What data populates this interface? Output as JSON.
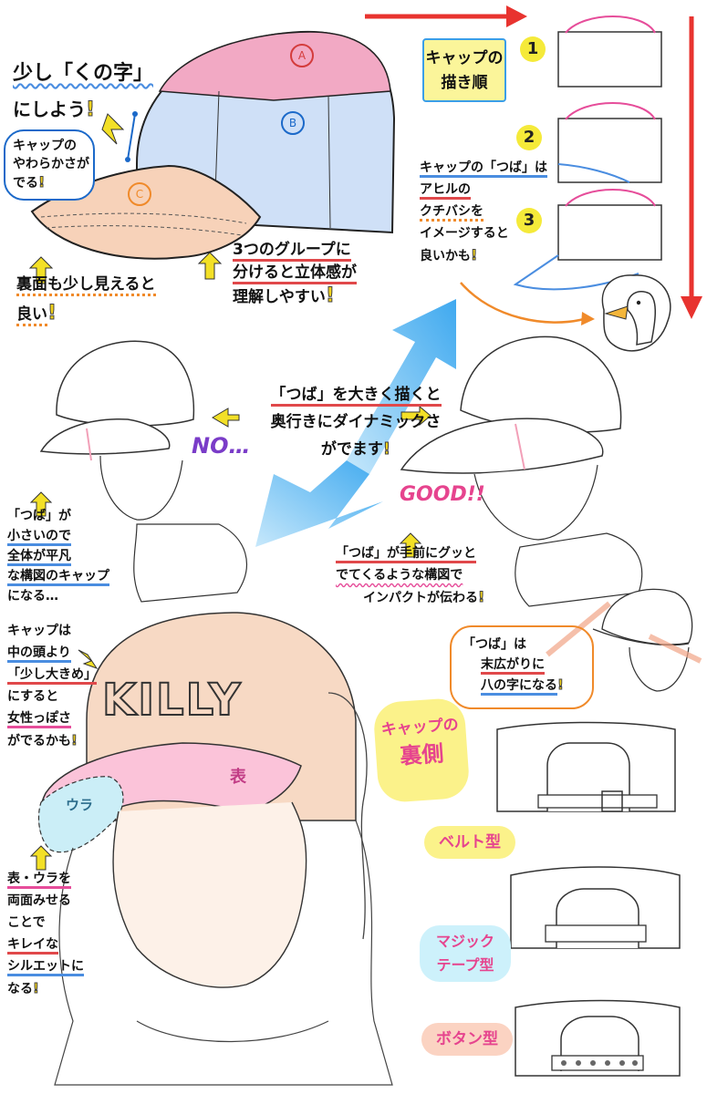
{
  "top": {
    "note_kunoji_1": "少し「くの字」",
    "note_kunoji_2": "にしよう",
    "bubble_soft_1": "キャップの",
    "bubble_soft_2": "やわらかさが",
    "bubble_soft_3": "でる",
    "label_a": "A",
    "label_b": "B",
    "label_c": "C",
    "note_underside_1": "裏面も少し見えると",
    "note_underside_2": "良い",
    "note_groups_1": "3つのグループに",
    "note_groups_2": "分けると立体感が",
    "note_groups_3": "理解しやすい",
    "order_title_1": "キャップの",
    "order_title_2": "描き順",
    "step1": "1",
    "step2": "2",
    "step3": "3",
    "brim_note_1": "キャップの「つば」は",
    "brim_note_2": "アヒルの",
    "brim_note_3": "クチバシを",
    "brim_note_4": "イメージすると",
    "brim_note_5": "良いかも"
  },
  "middle": {
    "center_1": "「つば」を大きく描くと",
    "center_2": "奥行きにダイナミックさ",
    "center_3": "がでます",
    "no_label": "NO…",
    "good_label": "GOOD!!",
    "small_brim_1": "「つば」が",
    "small_brim_2": "小さいので",
    "small_brim_3": "全体が平凡",
    "small_brim_4": "な構図のキャップ",
    "small_brim_5": "になる…",
    "front_brim_1": "「つば」が手前にグッと",
    "front_brim_2": "でてくるような構図で",
    "front_brim_3": "インパクトが伝わる",
    "flare_1": "「つば」は",
    "flare_2": "末広がりに",
    "flare_3": "八の字になる"
  },
  "bottom": {
    "cap_head_1": "キャップは",
    "cap_head_2": "中の頭より",
    "cap_head_3": "「少し大きめ」",
    "cap_head_4": "にすると",
    "cap_head_5": "女性っぽさ",
    "cap_head_6": "がでるかも",
    "cap_text": "KILLY",
    "front_label": "表",
    "back_label": "ウラ",
    "both_1": "表・ウラを",
    "both_2": "両面みせる",
    "both_3": "ことで",
    "both_4": "キレイな",
    "both_5": "シルエットに",
    "both_6": "なる",
    "inside_1": "キャップの",
    "inside_2": "裏側",
    "type_belt": "ベルト型",
    "type_velcro_1": "マジック",
    "type_velcro_2": "テープ型",
    "type_button": "ボタン型"
  },
  "colors": {
    "red_arrow": "#e8332f",
    "pink": "#f2a9c4",
    "light_blue": "#cfe0f7",
    "peach": "#f7d2b9",
    "blue_arrow": "#4fb8f2",
    "yellow": "#f5ea3a"
  }
}
